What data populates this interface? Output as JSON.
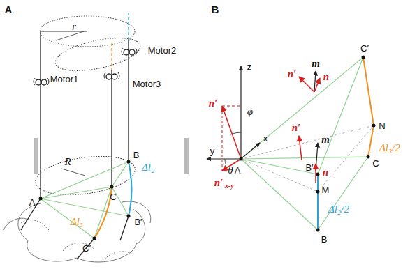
{
  "diagram": {
    "labels": [
      "A",
      "r",
      "Motor1",
      "Motor2",
      "Motor3",
      "R",
      "B",
      "A",
      "C",
      "Δl₂",
      "Δl₃",
      "B′",
      "C′",
      "B",
      "z",
      "m",
      "n′",
      "n",
      "C′",
      "n′",
      "φ",
      "x",
      "n′",
      "m",
      "N",
      "y",
      "θ",
      "A",
      "Δl₃/2",
      "n′",
      "x-y",
      "n",
      "B′",
      "C",
      "M",
      "Δl₂/2",
      "B"
    ]
  }
}
